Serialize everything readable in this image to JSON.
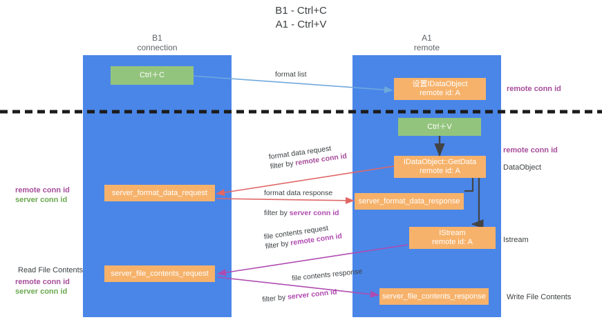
{
  "title": "B1 - Ctrl+C\nA1 - Ctrl+V",
  "columns": {
    "left": {
      "name": "B1",
      "role": "connection",
      "label": "B1\nconnection"
    },
    "right": {
      "name": "A1",
      "role": "remote",
      "label": "A1\nremote"
    }
  },
  "nodes": {
    "ctrl_c": "Ctrl＋C",
    "ctrl_v": "Ctrl＋V",
    "data_object_remote": "设置IDataObject\nremote id: A",
    "get_data": "IDataObject::GetData\nremote id: A",
    "istream": "IStream\nremote id: A",
    "server_format_data_request": "server_format_data_request",
    "server_format_data_response": "server_format_data_response",
    "server_file_contents_request": "server_file_contents_request",
    "server_file_contents_response": "server_file_contents_response"
  },
  "edges": {
    "format_list": "format list",
    "format_data_request": {
      "line1": "format data request",
      "prefix": "filter by ",
      "id": "remote conn id"
    },
    "format_data_response": {
      "line1": "format data response",
      "prefix": "filter by ",
      "id": "server conn id"
    },
    "file_contents_request": {
      "line1": "file contents request",
      "prefix": "filter by ",
      "id": "remote conn id"
    },
    "file_contents_response": {
      "line1": "file contents response",
      "prefix": "filter by ",
      "id": "server conn id"
    }
  },
  "annotations": {
    "right_top_conn": "remote conn id",
    "right_mid_conn": "remote conn id",
    "data_object": "DataObject",
    "istream": "Istream",
    "write_file_contents": "Write File Contents",
    "read_file_contents": "Read File Contents",
    "left_mid_remote": "remote conn id",
    "left_mid_server": "server conn id",
    "left_bot_remote": "remote conn id",
    "left_bot_server": "server conn id"
  },
  "colors": {
    "lane": "#4a86e8",
    "box_orange": "#f6b26b",
    "box_green": "#93c47d",
    "purple": "#a64d9a",
    "green_text": "#6aa84f",
    "arrow_blue": "#6fa8dc",
    "arrow_red": "#e06666",
    "arrow_magenta": "#b04ab0",
    "arrow_dark": "#434343",
    "divider": "#1c1c1c"
  }
}
